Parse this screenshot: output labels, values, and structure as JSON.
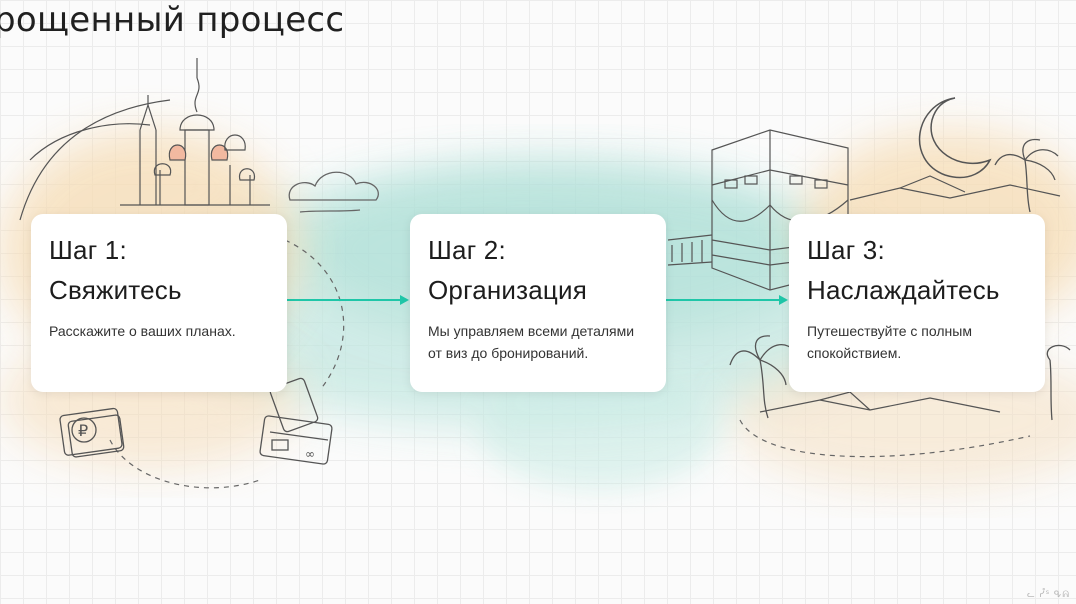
{
  "slide": {
    "title": "рощенный процесс",
    "accent_color": "#1fc6a8",
    "steps": [
      {
        "label": "Шаг 1:",
        "name": "Свяжитесь",
        "description": "Расскажите о ваших планах."
      },
      {
        "label": "Шаг 2:",
        "name": "Организация",
        "description": "Мы управляем всеми деталями от виз до бронирований."
      },
      {
        "label": "Шаг 3:",
        "name": "Наслаждайтесь",
        "description": "Путешествуйте с полным спокойствием."
      }
    ],
    "illustrations": [
      "moscow-cathedral-icon",
      "cloud-icon",
      "ruble-cash-icon",
      "credit-cards-icon",
      "kaaba-icon",
      "crescent-moon-icon",
      "palm-tree-icon",
      "desert-dunes-icon"
    ],
    "watermark": "ᓚ ᓮᔆ ᕴᕱ"
  }
}
